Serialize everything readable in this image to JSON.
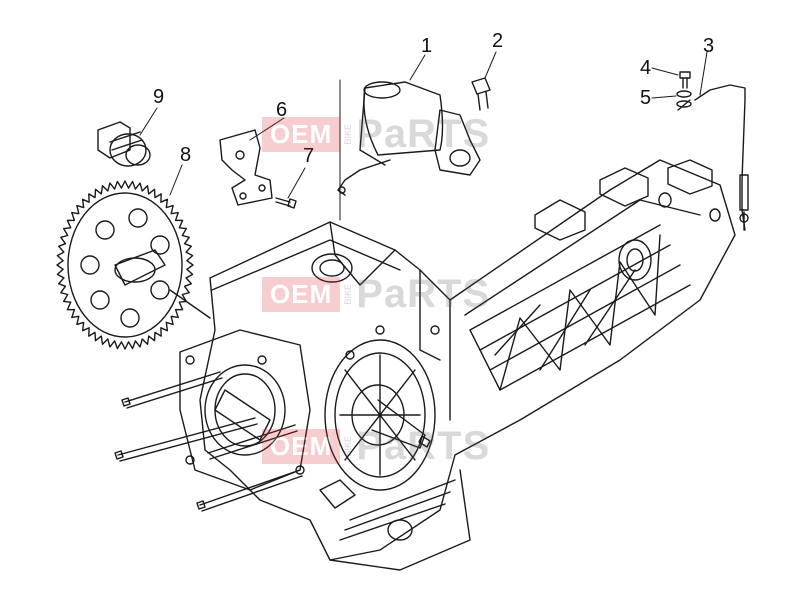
{
  "callouts": [
    "1",
    "2",
    "3",
    "4",
    "5",
    "6",
    "7",
    "8",
    "9"
  ],
  "watermark": {
    "brand": "OEM",
    "bike": "BIKE",
    "parts": "PaRTS"
  },
  "colors": {
    "line": "#1a1a1a",
    "watermark_red": "#d9262c"
  }
}
